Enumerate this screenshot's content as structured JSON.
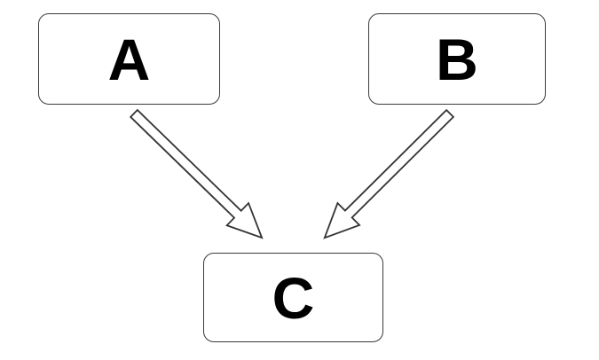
{
  "diagram": {
    "type": "flow-diagram",
    "nodes": [
      {
        "id": "A",
        "label": "A"
      },
      {
        "id": "B",
        "label": "B"
      },
      {
        "id": "C",
        "label": "C"
      }
    ],
    "edges": [
      {
        "from": "A",
        "to": "C",
        "style": "hollow-block-arrow"
      },
      {
        "from": "B",
        "to": "C",
        "style": "hollow-block-arrow"
      }
    ],
    "colors": {
      "background": "#ffffff",
      "shape_fill": "#ffffff",
      "outline": "#333333",
      "text": "#000000"
    }
  }
}
